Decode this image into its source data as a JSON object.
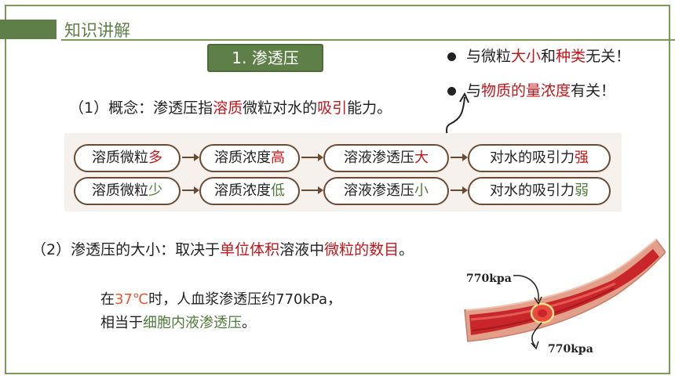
{
  "header": {
    "title": "知识讲解"
  },
  "section": {
    "title": "1.  渗透压"
  },
  "bullets": [
    {
      "parts": [
        "与微粒",
        "大小",
        "和",
        "种类",
        "无关！"
      ]
    },
    {
      "parts": [
        "与",
        "物质的量浓度",
        "有关！"
      ]
    }
  ],
  "concept": {
    "prefix": "（1）概念：渗透压指",
    "solute": "溶质",
    "middle": "微粒对水的",
    "attract": "吸引",
    "suffix": "能力。"
  },
  "chain_rows": [
    [
      {
        "base": "溶质微粒",
        "mod": "多"
      },
      {
        "base": "溶质浓度",
        "mod": "高"
      },
      {
        "base": "溶液渗透压",
        "mod": "大"
      },
      {
        "base": "对水的吸引力",
        "mod": "强"
      }
    ],
    [
      {
        "base": "溶质微粒",
        "mod": "少"
      },
      {
        "base": "溶质浓度",
        "mod": "低"
      },
      {
        "base": "溶液渗透压",
        "mod": "小"
      },
      {
        "base": "对水的吸引力",
        "mod": "弱"
      }
    ]
  ],
  "size_line": {
    "label": "（2）渗透压的大小：",
    "mid": "取决于",
    "unit": "单位体积",
    "mid2": "溶液中",
    "count": "微粒的数目",
    "end": "。"
  },
  "temp": {
    "line1_pre": "在",
    "temp_value": "37℃",
    "line1_post": "时，人血浆渗透压约770kPa，",
    "line2_pre": "相当于",
    "line2_hl": "细胞内液渗透压",
    "line2_post": "。"
  },
  "vessel": {
    "label_top": "770kpa",
    "label_bottom": "770kpa"
  }
}
